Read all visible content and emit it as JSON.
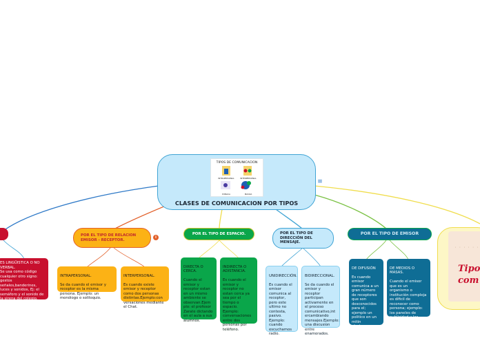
{
  "central": {
    "title": "CLASES DE COMUNICACION POR TIPOS",
    "image_caption": "TIPOS DE COMUNICACION",
    "image_labels": [
      "INTRAPERSONAL",
      "INTERPERSONAL",
      "PUBLICA",
      "MASIVA"
    ]
  },
  "branches": {
    "left_red": {
      "leaf": "ES LINGÜISTICA O NO VERBAL.\nSe usa como código cualquier otro signo: gestos señales,banderines, luces y sonidos, Ej:  el semáforo y el sonido de la sirena del colegio."
    },
    "relacion": {
      "label": "POR EL TIPO DE RELACION EMISOR - RECEPTOR.",
      "leaves": [
        {
          "title": "INTRAPERSONAL.",
          "body": "Se da cuando el emisor y receptor es la misma persona. Ejemplo: un monólogo o soliloquio."
        },
        {
          "title": "INTERPERSONAL.",
          "body": "Es cuando existe emisor y receptor como dos personas distintas.Ejemplo:con versaciones mediante el Chat."
        }
      ]
    },
    "espacio": {
      "label": "POR EL TIPO DE ESPACIO.",
      "leaves": [
        {
          "title": "DIRECTA O CERCA.",
          "body": "Cuando el emisor y receptor estan en un mismo ambiente  se observan.Ejem plo: el profesor Zarate dictando en el aula a sus alumnos."
        },
        {
          "title": "INDIRECTA O ADISTANCIA.",
          "body": "Es cuando el emisor y receptor no estan cerca ya sea por el tiempo  o espacio. Ejemplo: conversaciones entre dos personas  por teléfono."
        }
      ]
    },
    "direccion": {
      "label": "POR EL TIPO DE DIRECCIÓN DEL MENSAJE.",
      "leaves": [
        {
          "title": "UNIDIRECCIÓN.",
          "body": "Es cuando el emisor comunica al receptor, pero este ultimo no contesta, pasivo. Ejemplo: cuando escuchamos radio."
        },
        {
          "title": "BIDIRECCIONAL.",
          "body": "Se da cuando el emisor y receptor participan activamente en el proceso comunicativo,int ercambiando mensajes.Ejemplo: una discusion entre enamorados."
        }
      ]
    },
    "emisor": {
      "label": "POR EL TIPO DE EMISOR",
      "leaves": [
        {
          "title": "DE DIFUSIÓN",
          "body": "Es cuando emisor comunica  a un gran número de receptores que son desconocidos para el; ejemplo un politico en un mitin electorero."
        },
        {
          "title": "DE MEDIOS O MASAS.",
          "body": "Cuando el emisor que es un organismo o institución compleja es dificil de reconocer como persona; ejemplo: los paneles de publicidad y las academias preuniversitarias."
        }
      ]
    },
    "tipos": {
      "image_text": "Tipos\ncom"
    }
  },
  "colors": {
    "central": "#c5e9fb",
    "orange": "#fcb215",
    "green": "#0aa64a",
    "blue_dark": "#0f6d95",
    "red": "#c8102e",
    "yellow_bg": "#fdf7c6"
  }
}
